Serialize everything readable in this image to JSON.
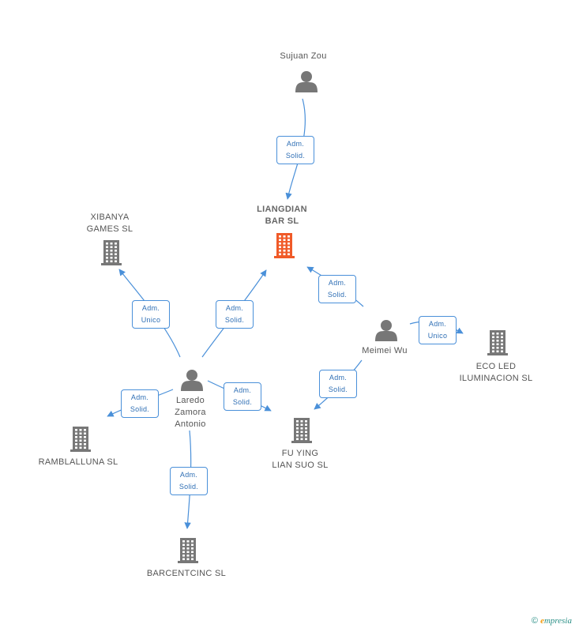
{
  "nodes": {
    "sujuan": {
      "label": "Sujuan Zou",
      "type": "person"
    },
    "liangdian": {
      "label": "LIANGDIAN\nBAR  SL",
      "type": "company-main"
    },
    "xibanya": {
      "label": "XIBANYA\nGAMES SL",
      "type": "company"
    },
    "meimei": {
      "label": "Meimei Wu",
      "type": "person"
    },
    "eco": {
      "label": "ECO LED\nILUMINACION SL",
      "type": "company"
    },
    "laredo": {
      "label": "Laredo\nZamora\nAntonio",
      "type": "person"
    },
    "rambla": {
      "label": "RAMBLALLUNA SL",
      "type": "company"
    },
    "fuying": {
      "label": "FU YING\nLIAN SUO  SL",
      "type": "company"
    },
    "barcent": {
      "label": "BARCENTCINC SL",
      "type": "company"
    }
  },
  "edges": [
    {
      "label": "Adm.\nSolid.",
      "from": "sujuan",
      "to": "liangdian"
    },
    {
      "label": "Adm.\nUnico",
      "from": "laredo",
      "to": "xibanya"
    },
    {
      "label": "Adm.\nSolid.",
      "from": "laredo",
      "to": "liangdian"
    },
    {
      "label": "Adm.\nSolid.",
      "from": "meimei",
      "to": "liangdian"
    },
    {
      "label": "Adm.\nUnico",
      "from": "meimei",
      "to": "eco"
    },
    {
      "label": "Adm.\nSolid.",
      "from": "meimei",
      "to": "fuying"
    },
    {
      "label": "Adm.\nSolid.",
      "from": "laredo",
      "to": "fuying"
    },
    {
      "label": "Adm.\nSolid.",
      "from": "laredo",
      "to": "rambla"
    },
    {
      "label": "Adm.\nSolid.",
      "from": "laredo",
      "to": "barcent"
    }
  ],
  "footer": {
    "copyright": "©",
    "brand_initial": "e",
    "brand_rest": "mpresia"
  },
  "colors": {
    "person": "#777777",
    "company": "#777777",
    "main": "#f05a28",
    "edge": "#4a90d9"
  }
}
